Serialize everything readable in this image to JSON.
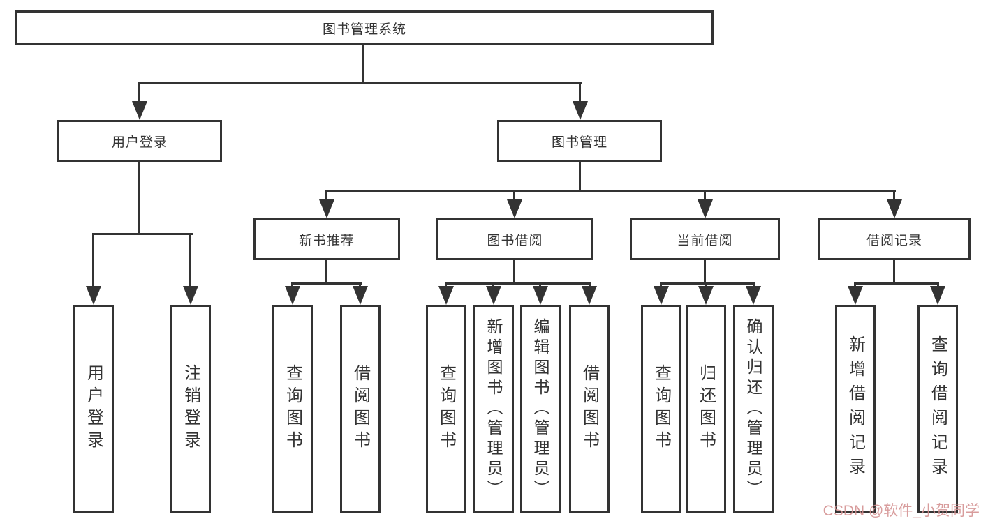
{
  "diagram": {
    "title": "图书管理系统",
    "root": {
      "label": "图书管理系统"
    },
    "level2": [
      {
        "label": "用户登录"
      },
      {
        "label": "图书管理"
      }
    ],
    "level3": [
      {
        "label": "新书推荐"
      },
      {
        "label": "图书借阅"
      },
      {
        "label": "当前借阅"
      },
      {
        "label": "借阅记录"
      }
    ],
    "leaves": {
      "user_login": [
        "用户登录",
        "注销登录"
      ],
      "new_book": [
        "查询图书",
        "借阅图书"
      ],
      "borrow": [
        "查询图书",
        "新增图书（管理员）",
        "编辑图书（管理员）",
        "借阅图书"
      ],
      "current": [
        "查询图书",
        "归还图书",
        "确认归还（管理员）"
      ],
      "records": [
        "新增借阅记录",
        "查询借阅记录"
      ]
    }
  },
  "watermark": {
    "text": "CSDN @软件_小贺同学",
    "color": "#d38f8f"
  },
  "colors": {
    "border": "#333333",
    "text": "#333333",
    "background": "#ffffff"
  }
}
